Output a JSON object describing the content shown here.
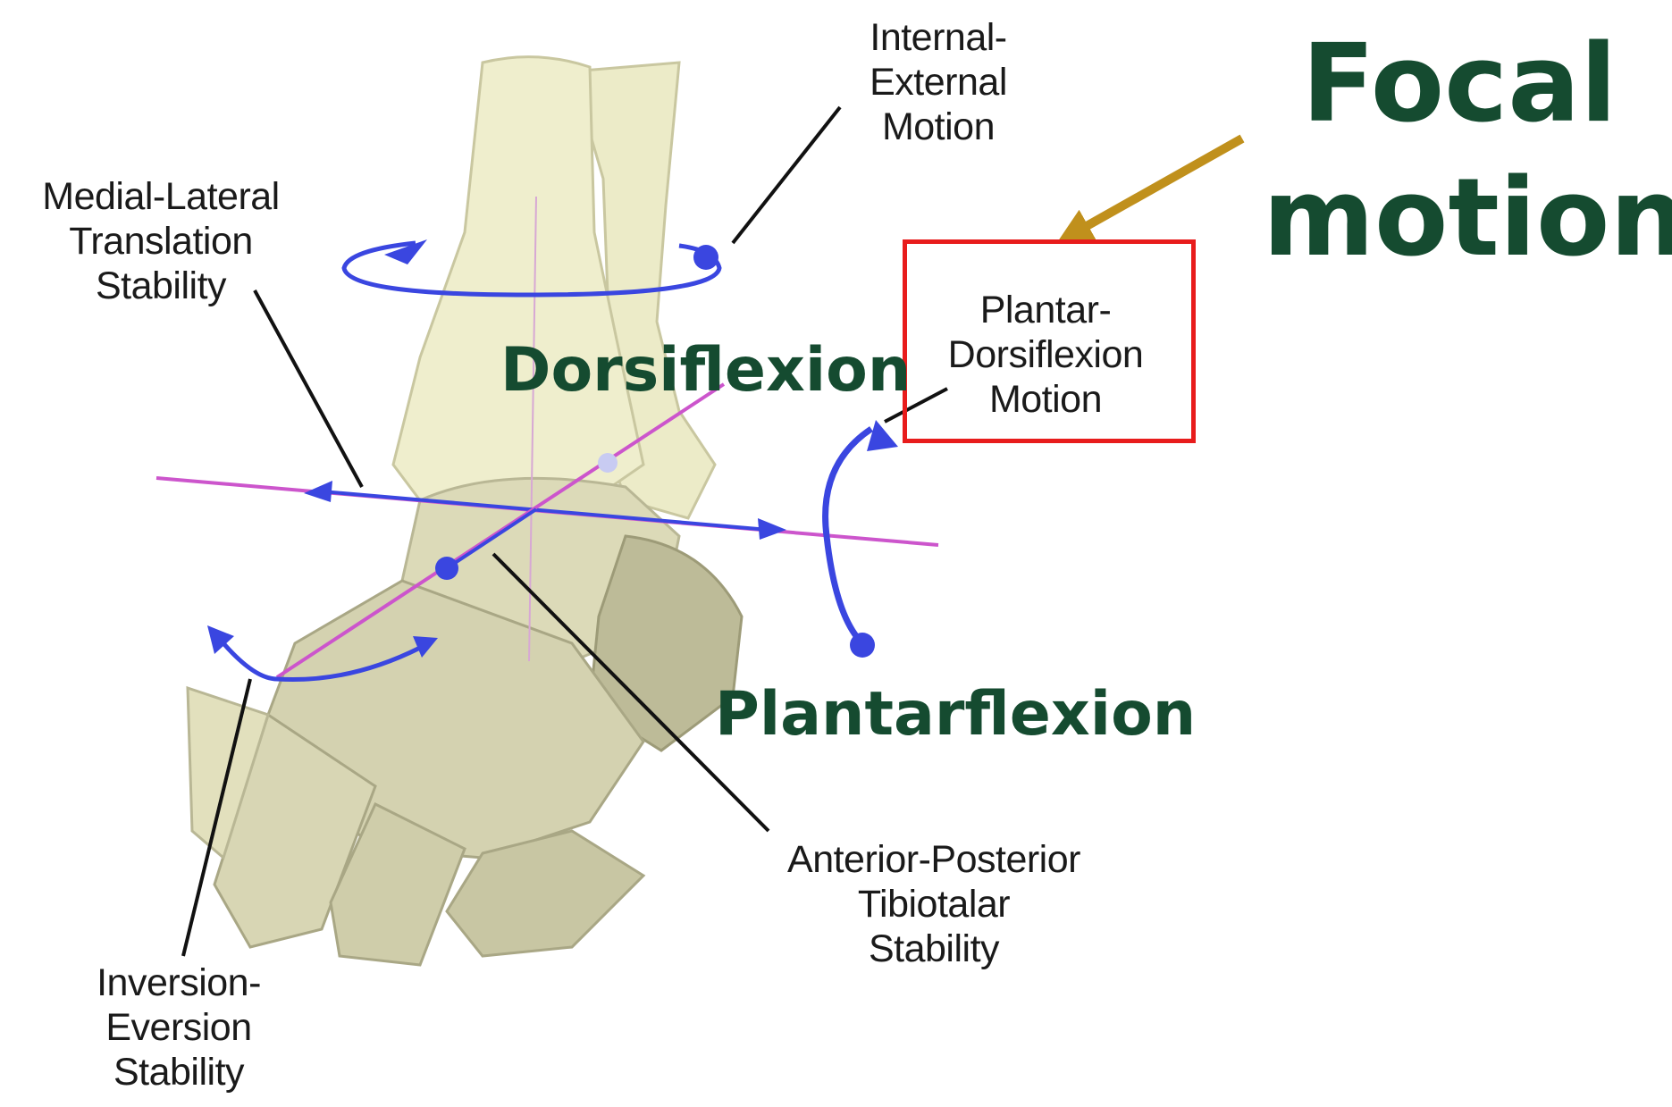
{
  "focal": {
    "title": "Focal\nmotion",
    "color": "#154b30",
    "arrow_color": "#c0901c"
  },
  "highlight_box_color": "#e81c1c",
  "motions": {
    "dorsiflexion": "Dorsiflexion",
    "plantarflexion": "Plantarflexion"
  },
  "labels": {
    "internal_external": "Internal-\nExternal\nMotion",
    "medial_lateral": "Medial-Lateral\nTranslation\nStability",
    "plantar_dorsiflexion": "Plantar-\nDorsiflexion\nMotion",
    "anterior_posterior": "Anterior-Posterior\nTibiotalar\nStability",
    "inversion_eversion": "Inversion-\nEversion\nStability"
  },
  "colors": {
    "bone": "#ecebc8",
    "bone_shadow": "#c9c7a0",
    "axis_pink": "#cc55cc",
    "axis_blue": "#3a46e0",
    "leader": "#111111"
  }
}
